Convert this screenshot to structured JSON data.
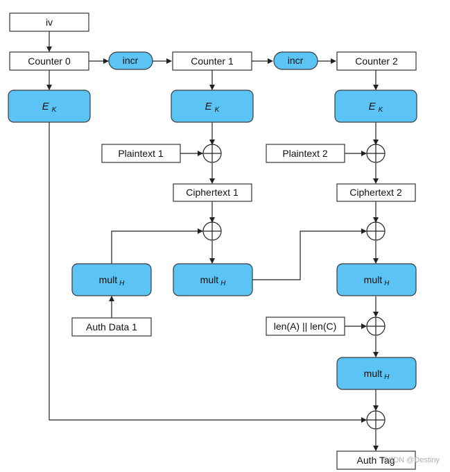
{
  "nodes": {
    "iv": "iv",
    "counter0": "Counter 0",
    "counter1": "Counter 1",
    "counter2": "Counter 2",
    "incr": "incr",
    "ek_main": "E",
    "ek_sub": "K",
    "plaintext1": "Plaintext 1",
    "plaintext2": "Plaintext 2",
    "ciphertext1": "Ciphertext 1",
    "ciphertext2": "Ciphertext 2",
    "mult_main": "mult",
    "mult_sub": "H",
    "authdata1": "Auth Data 1",
    "lenac": "len(A) || len(C)",
    "authtag": "Auth Tag"
  },
  "watermark": "CSDN @Destiny",
  "colors": {
    "block_fill": "#5bc4f5",
    "block_stroke": "#3a3a3a",
    "line": "#222222",
    "box_stroke": "#333333"
  }
}
